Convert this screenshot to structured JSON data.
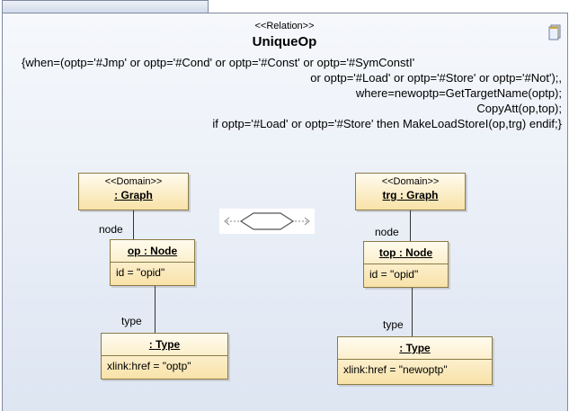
{
  "relation": {
    "stereotype": "<<Relation>>",
    "name": "UniqueOp",
    "condition_lines": [
      "{when=(optp='#Jmp' or  optp='#Cond' or optp='#Const' or optp='#SymConstI'",
      "or optp='#Load' or optp='#Store'  or optp='#Not');,",
      "where=newoptp=GetTargetName(optp);",
      "CopyAtt(op,top);",
      "if optp='#Load' or optp='#Store' then MakeLoadStoreI(op,trg) endif;}"
    ]
  },
  "left": {
    "domain": {
      "stereotype": "<<Domain>>",
      "title": ": Graph"
    },
    "node_label": "node",
    "node": {
      "title": "op : Node",
      "attr": "id = \"opid\""
    },
    "type_label": "type",
    "type": {
      "title": ": Type",
      "attr": "xlink:href = \"optp\""
    }
  },
  "right": {
    "domain": {
      "stereotype": "<<Domain>>",
      "title": "trg : Graph"
    },
    "node_label": "node",
    "node": {
      "title": "top : Node",
      "attr": "id = \"opid\""
    },
    "type_label": "type",
    "type": {
      "title": ": Type",
      "attr": "xlink:href = \"newoptp\""
    }
  },
  "icons": {
    "document": "document-icon",
    "relation": "relation-hexagon-icon"
  },
  "colors": {
    "frame_bg": "#dde5f2",
    "box_fill": "#f8e2a8",
    "box_border": "#8a7a44"
  }
}
